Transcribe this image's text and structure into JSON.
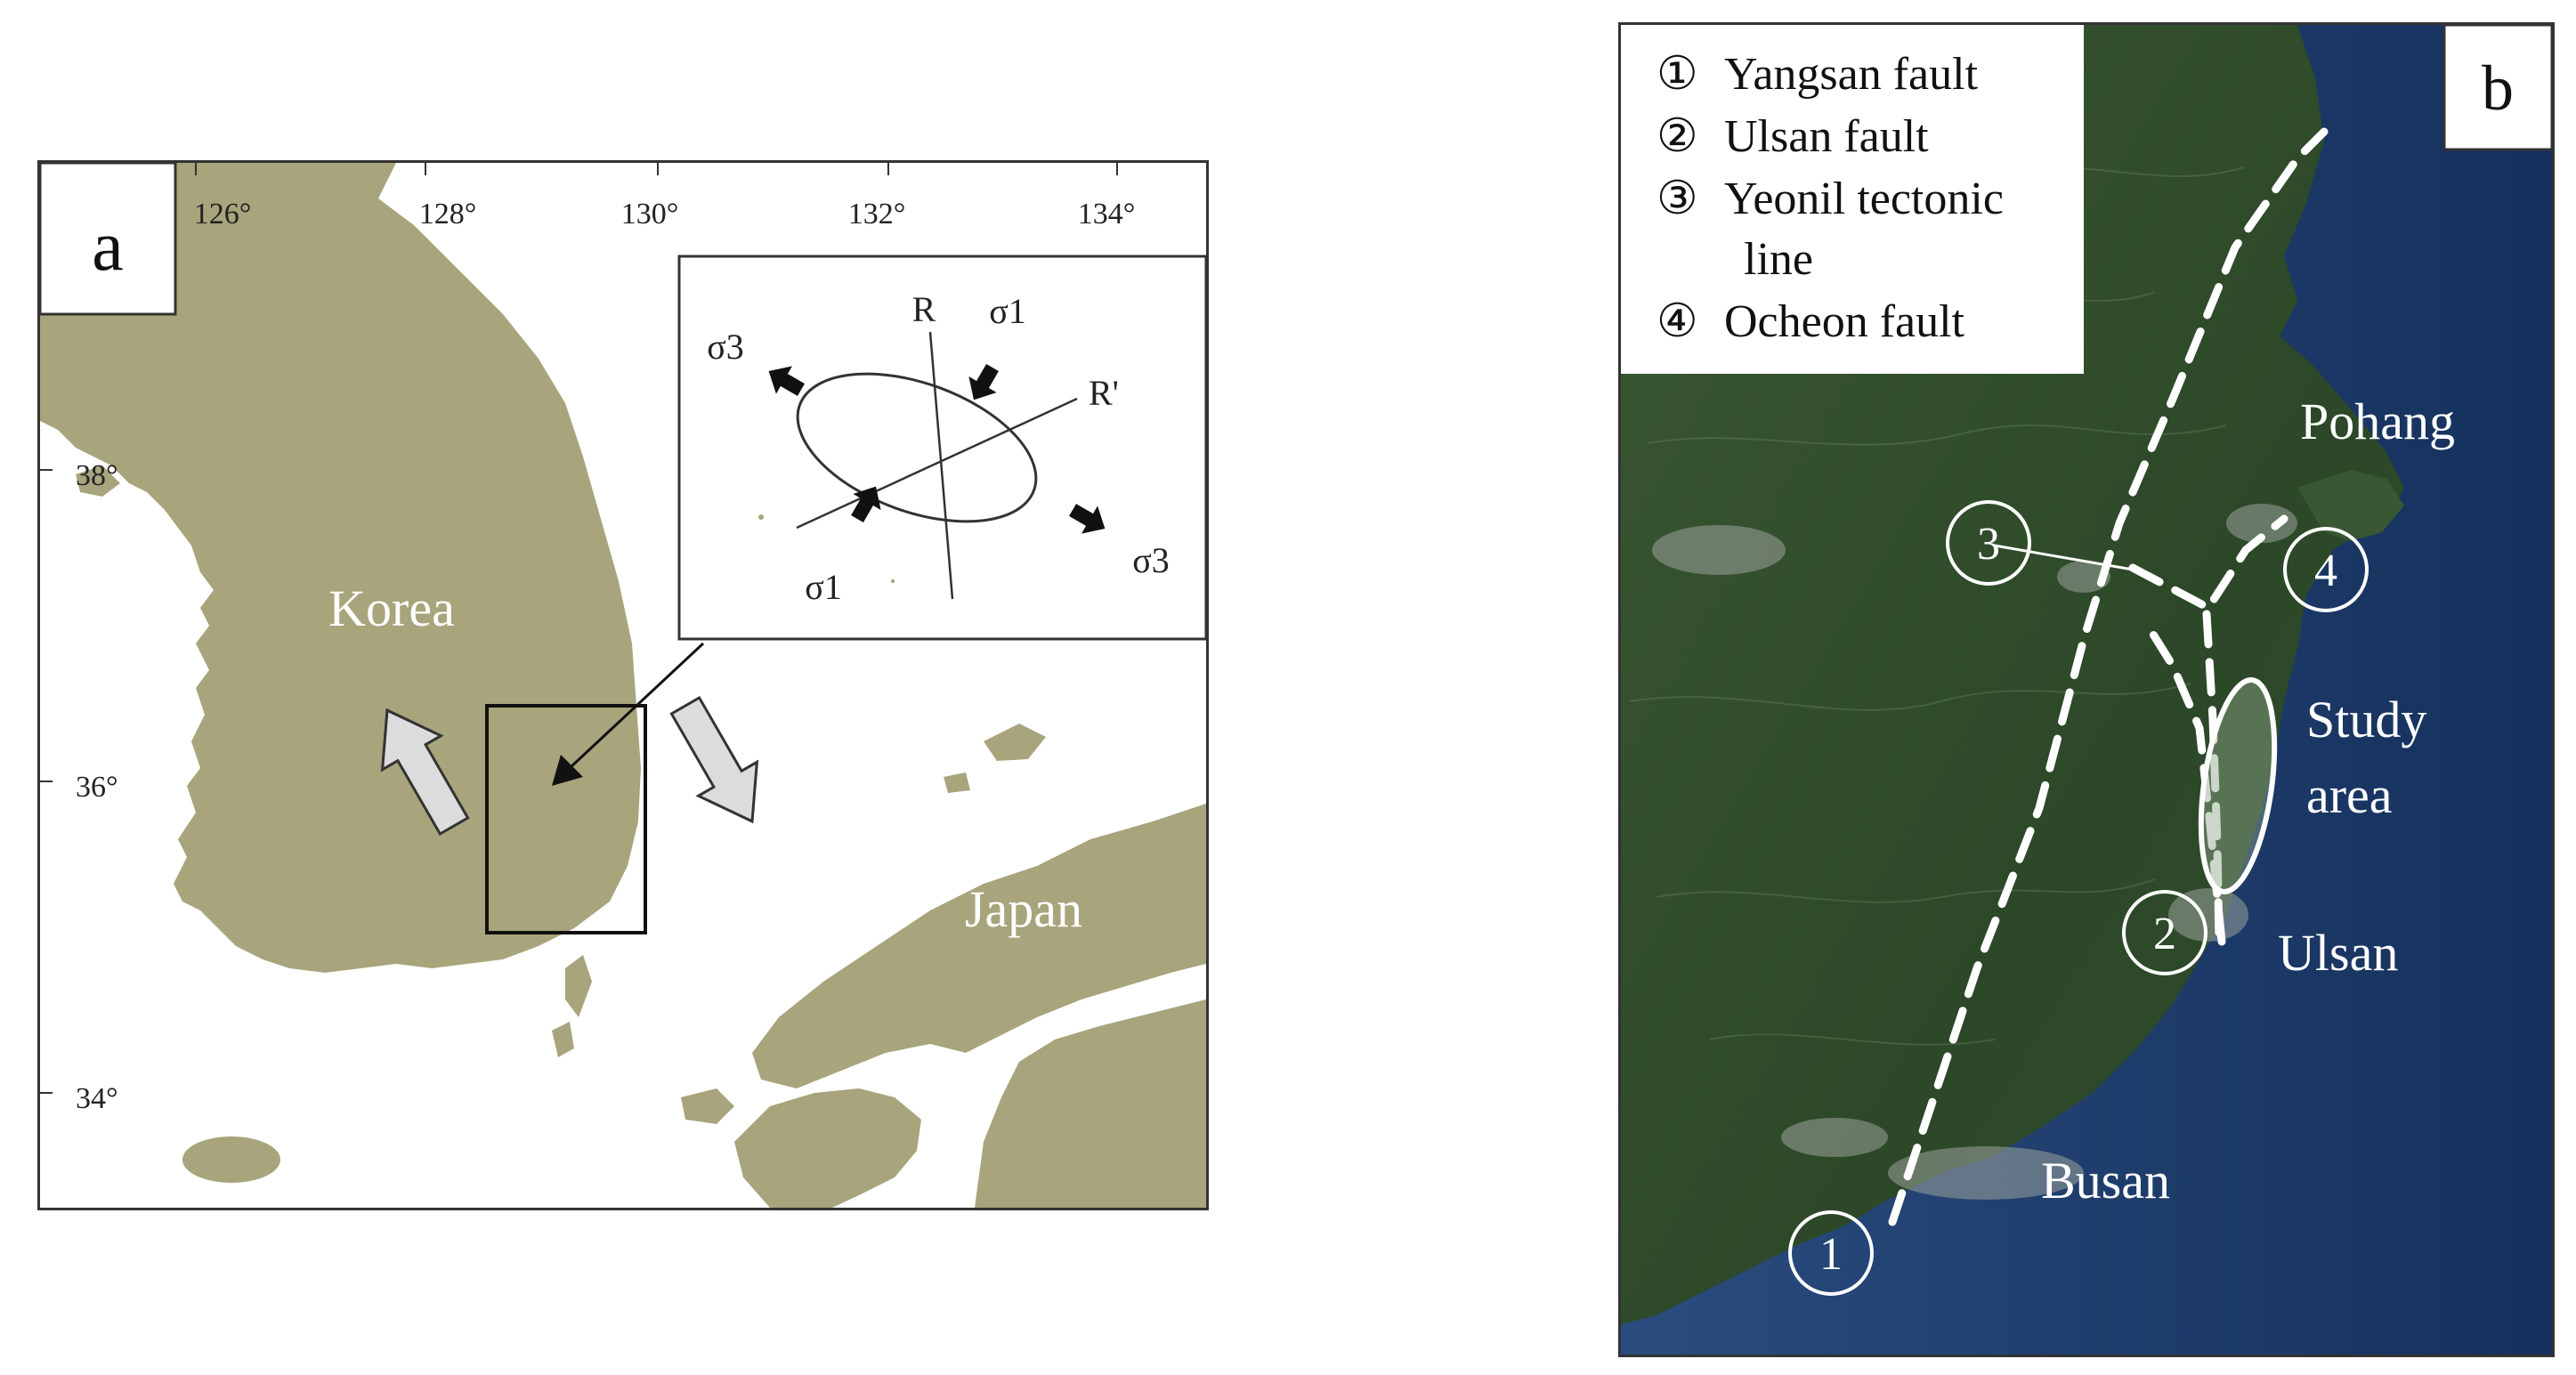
{
  "panel_a": {
    "label": "a",
    "longitudes": [
      "126°",
      "128°",
      "130°",
      "132°",
      "134°"
    ],
    "latitudes": [
      "38°",
      "36°",
      "34°"
    ],
    "korea": "Korea",
    "japan": "Japan",
    "inset": {
      "r": "R",
      "r_prime": "R'",
      "sigma1_top": "σ1",
      "sigma1_bottom": "σ1",
      "sigma3_left": "σ3",
      "sigma3_right": "σ3"
    },
    "colors": {
      "land": "#a8a47c",
      "frame": "#333333"
    }
  },
  "panel_b": {
    "label": "b",
    "legend": [
      {
        "num": "①",
        "text": "Yangsan fault"
      },
      {
        "num": "②",
        "text": "Ulsan fault"
      },
      {
        "num": "③",
        "text": "Yeonil tectonic"
      },
      {
        "num": "",
        "text": "line"
      },
      {
        "num": "④",
        "text": "Ocheon fault"
      }
    ],
    "markers": [
      "1",
      "2",
      "3",
      "4"
    ],
    "cities": {
      "pohang": "Pohang",
      "ulsan": "Ulsan",
      "busan": "Busan"
    },
    "study_area": [
      "Study",
      "area"
    ],
    "colors": {
      "sea": "#1d3a6b",
      "land": "#2f4a2a",
      "line": "#ffffff"
    }
  }
}
